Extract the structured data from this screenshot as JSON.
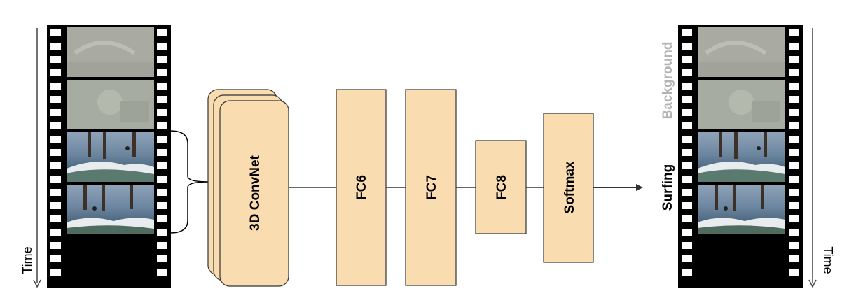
{
  "time_label": "Time",
  "network": {
    "blocks": [
      {
        "label": "3D ConvNet"
      },
      {
        "label": "FC6"
      },
      {
        "label": "FC7"
      },
      {
        "label": "FC8"
      },
      {
        "label": "Softmax"
      }
    ],
    "block_color": "#f9ddb0"
  },
  "output": {
    "label_background": "Background",
    "label_surfing": "Surfing",
    "background_label_color": "#b3b3b3",
    "surfing_label_color": "#000000"
  },
  "filmstrip": {
    "frames": [
      {
        "content": "background",
        "color": "#a9aba2"
      },
      {
        "content": "background",
        "color": "#a7aca2"
      },
      {
        "content": "surfing",
        "color": "#4f6a85"
      },
      {
        "content": "surfing",
        "color": "#5b7690"
      },
      {
        "content": "black",
        "color": "#000000"
      }
    ]
  }
}
